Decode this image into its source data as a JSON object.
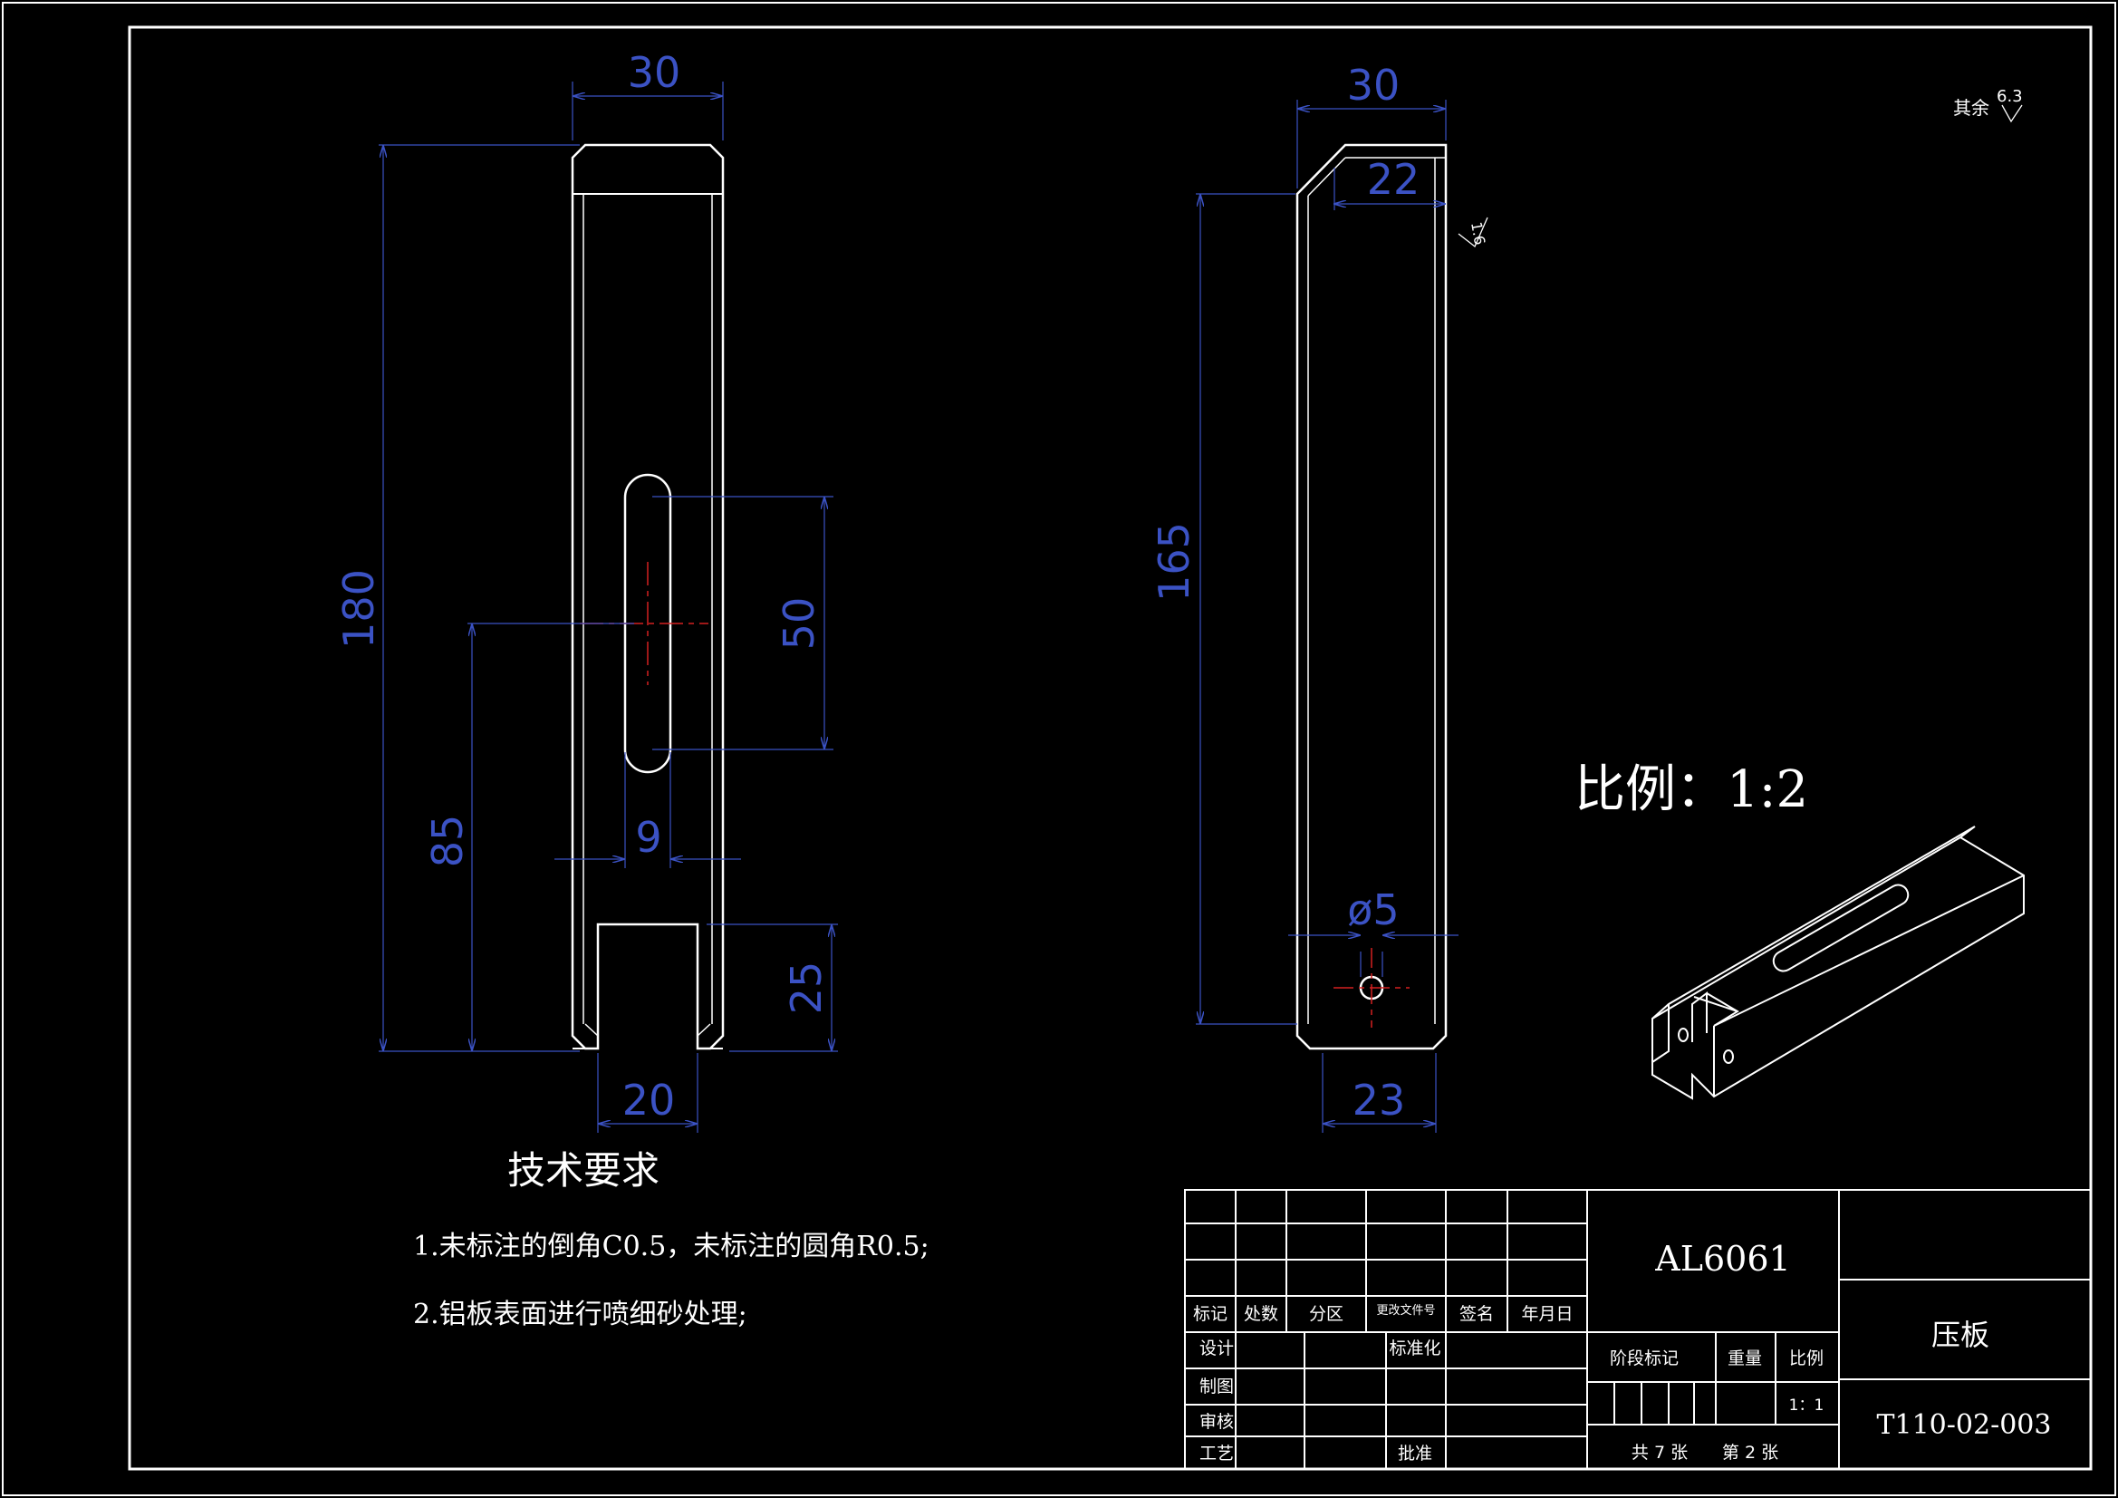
{
  "colors": {
    "background": "#000000",
    "outline": "#ffffff",
    "dimension": "#3b52c4",
    "centerline": "#d22020"
  },
  "front_view": {
    "dims": {
      "width": "30",
      "length": "180",
      "slot_length": "50",
      "slot_position": "85",
      "slot_width": "9",
      "notch_depth": "25",
      "notch_width": "20"
    }
  },
  "side_view": {
    "dims": {
      "width": "30",
      "top_inner": "22",
      "length": "165",
      "hole_dia": "ø5",
      "bottom_width": "23"
    },
    "roughness": "1.6"
  },
  "roughness_general": {
    "label": "其余",
    "value": "6.3"
  },
  "scale_note": "比例：1:2",
  "tech_requirements": {
    "title": "技术要求",
    "items": [
      "1.未标注的倒角C0.5，未标注的圆角R0.5;",
      "2.铝板表面进行喷细砂处理;"
    ]
  },
  "title_block": {
    "revision_headers": [
      "标记",
      "处数",
      "分区",
      "更改文件号",
      "签名",
      "年月日"
    ],
    "roles": [
      "设计",
      "制图",
      "审核",
      "工艺"
    ],
    "standardization": "标准化",
    "approval": "批准",
    "material": "AL6061",
    "stage_mark": "阶段标记",
    "weight": "重量",
    "scale_label": "比例",
    "scale_value": "1：1",
    "sheets_total": "共 7 张",
    "sheet_no": "第 2 张",
    "part_name": "压板",
    "drawing_no": "T110-02-003"
  }
}
